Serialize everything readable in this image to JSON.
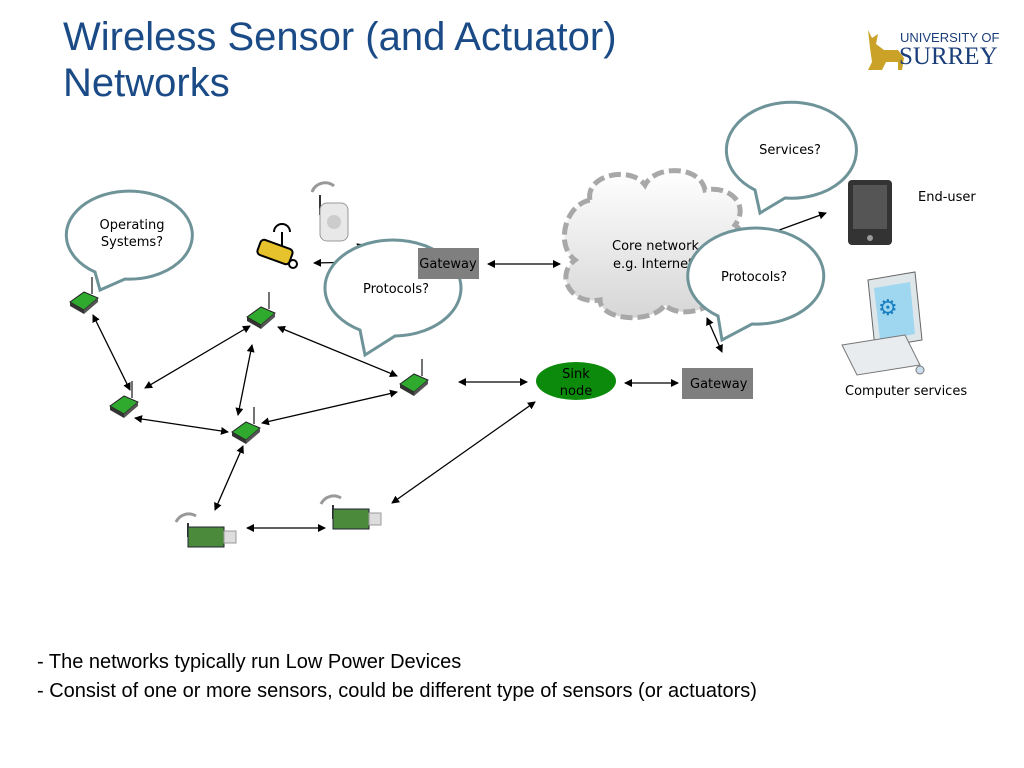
{
  "slide": {
    "title_line1": "Wireless Sensor (and Actuator)",
    "title_line2": "Networks",
    "logo": {
      "line1": "UNIVERSITY OF",
      "line2": "SURREY"
    },
    "bullets": [
      "- The networks typically run Low Power Devices",
      "- Consist of one or more sensors, could be different type of sensors (or actuators)"
    ]
  },
  "diagram": {
    "bubbles": {
      "os": [
        "Operating",
        "Systems?"
      ],
      "protocols_left": "Protocols?",
      "services": "Services?",
      "protocols_right": "Protocols?"
    },
    "gateway_top": "Gateway",
    "gateway_bottom": "Gateway",
    "sink": [
      "Sink",
      "node"
    ],
    "cloud": [
      "Core network",
      "e.g. Internet"
    ],
    "end_user": "End-user",
    "computer_services": "Computer services"
  },
  "colors": {
    "title": "#1b4b86",
    "sink": "#0b8a0b",
    "gateway": "#7f7f7f",
    "bubble_stroke": "#6e9499",
    "logo_gold": "#c9a227"
  }
}
